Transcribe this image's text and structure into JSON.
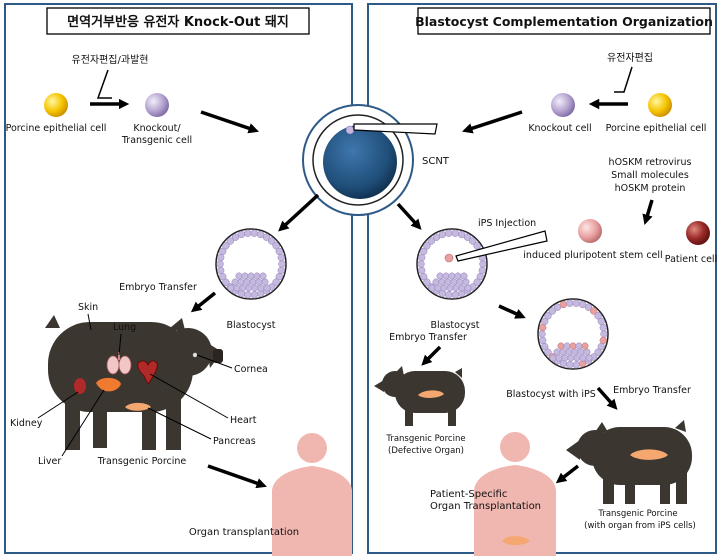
{
  "left_panel": {
    "title": "면역거부반응 유전자 Knock-Out 돼지",
    "gene_editing_overexpression": "유전자편집/과발현",
    "porcine_epithelial_cell": "Porcine epithelial cell",
    "knockout_transgenic_line1": "Knockout/",
    "knockout_transgenic_line2": "Transgenic cell",
    "embryo_transfer": "Embryo Transfer",
    "blastocyst": "Blastocyst",
    "organs": {
      "skin": "Skin",
      "lung": "Lung",
      "cornea": "Cornea",
      "kidney": "Kidney",
      "heart": "Heart",
      "liver": "Liver",
      "pancreas": "Pancreas"
    },
    "transgenic_porcine": "Transgenic Porcine",
    "organ_transplantation": "Organ transplantation"
  },
  "center": {
    "scnt": "SCNT"
  },
  "right_panel": {
    "title": "Blastocyst Complementation Organization",
    "gene_editing": "유전자편집",
    "knockout_cell": "Knockout cell",
    "porcine_epithelial_cell": "Porcine epithelial cell",
    "reprogramming": [
      "hOSKM retrovirus",
      "Small molecules",
      "hOSKM protein"
    ],
    "ips_injection": "iPS Injection",
    "induced_pluripotent_stem_cell": "induced pluripotent stem cell",
    "patient_cell": "Patient cell",
    "blastocyst": "Blastocyst",
    "embryo_transfer_left": "Embryo Transfer",
    "embryo_transfer_right": "Embryo Transfer",
    "blastocyst_with_ips": "Blastocyst with iPS",
    "transgenic_porcine_defective_line1": "Transgenic Porcine",
    "transgenic_porcine_defective_line2": "(Defective Organ)",
    "patient_specific_line1": "Patient-Specific",
    "patient_specific_line2": "Organ Transplantation",
    "transgenic_porcine_ips_line1": "Transgenic Porcine",
    "transgenic_porcine_ips_line2": "(with organ from iPS cells)"
  },
  "colors": {
    "panel_border": "#2e5a87",
    "pig": "#3b3630",
    "yellow_cell": "#f5c400",
    "purple_cell": "#b4a3cf",
    "blastomere": "#c6b9e0",
    "ips_pink": "#e8a0a0",
    "patient_red": "#9a2a2a",
    "nucleus": "#1f4e79",
    "human": "#f0b6b0",
    "pancreas_organ": "#f4a870"
  }
}
